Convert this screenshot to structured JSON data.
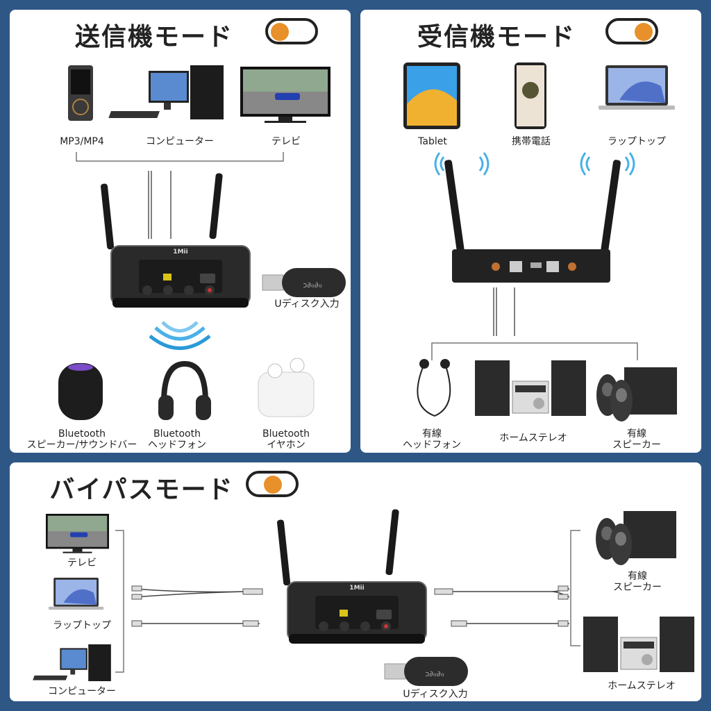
{
  "colors": {
    "background": "#2e5786",
    "toggle_knob": "#e8902a",
    "panel": "#ffffff"
  },
  "transmitter": {
    "title": "送信機モード",
    "sources": [
      {
        "label": "MP3/MP4",
        "icon": "mp3-player-icon"
      },
      {
        "label": "コンピューター",
        "icon": "desktop-computer-icon"
      },
      {
        "label": "テレビ",
        "icon": "tv-icon"
      }
    ],
    "usb_label": "Uディスク入力",
    "outputs": [
      {
        "line1": "Bluetooth",
        "line2": "スピーカー/サウンドバー",
        "icon": "smart-speaker-icon"
      },
      {
        "line1": "Bluetooth",
        "line2": "ヘッドフォン",
        "icon": "headphones-icon"
      },
      {
        "line1": "Bluetooth",
        "line2": "イヤホン",
        "icon": "earbuds-icon"
      }
    ],
    "device_brand": "1Mii"
  },
  "receiver": {
    "title": "受信機モード",
    "sources": [
      {
        "label": "Tablet",
        "icon": "tablet-icon"
      },
      {
        "label": "携帯電話",
        "icon": "phone-icon"
      },
      {
        "label": "ラップトップ",
        "icon": "laptop-icon"
      }
    ],
    "outputs": [
      {
        "line1": "有線",
        "line2": "ヘッドフォン",
        "icon": "wired-earphones-icon"
      },
      {
        "line1": "ホームステレオ",
        "line2": "",
        "icon": "home-stereo-icon"
      },
      {
        "line1": "有線",
        "line2": "スピーカー",
        "icon": "wired-speakers-icon"
      }
    ]
  },
  "bypass": {
    "title": "バイパスモード",
    "sources": [
      {
        "label": "テレビ"
      },
      {
        "label": "ラップトップ"
      },
      {
        "label": "コンピューター"
      }
    ],
    "usb_label": "Uディスク入力",
    "outputs": [
      {
        "line1": "有線",
        "line2": "スピーカー"
      },
      {
        "line1": "ホームステレオ"
      }
    ],
    "device_brand": "1Mii"
  }
}
